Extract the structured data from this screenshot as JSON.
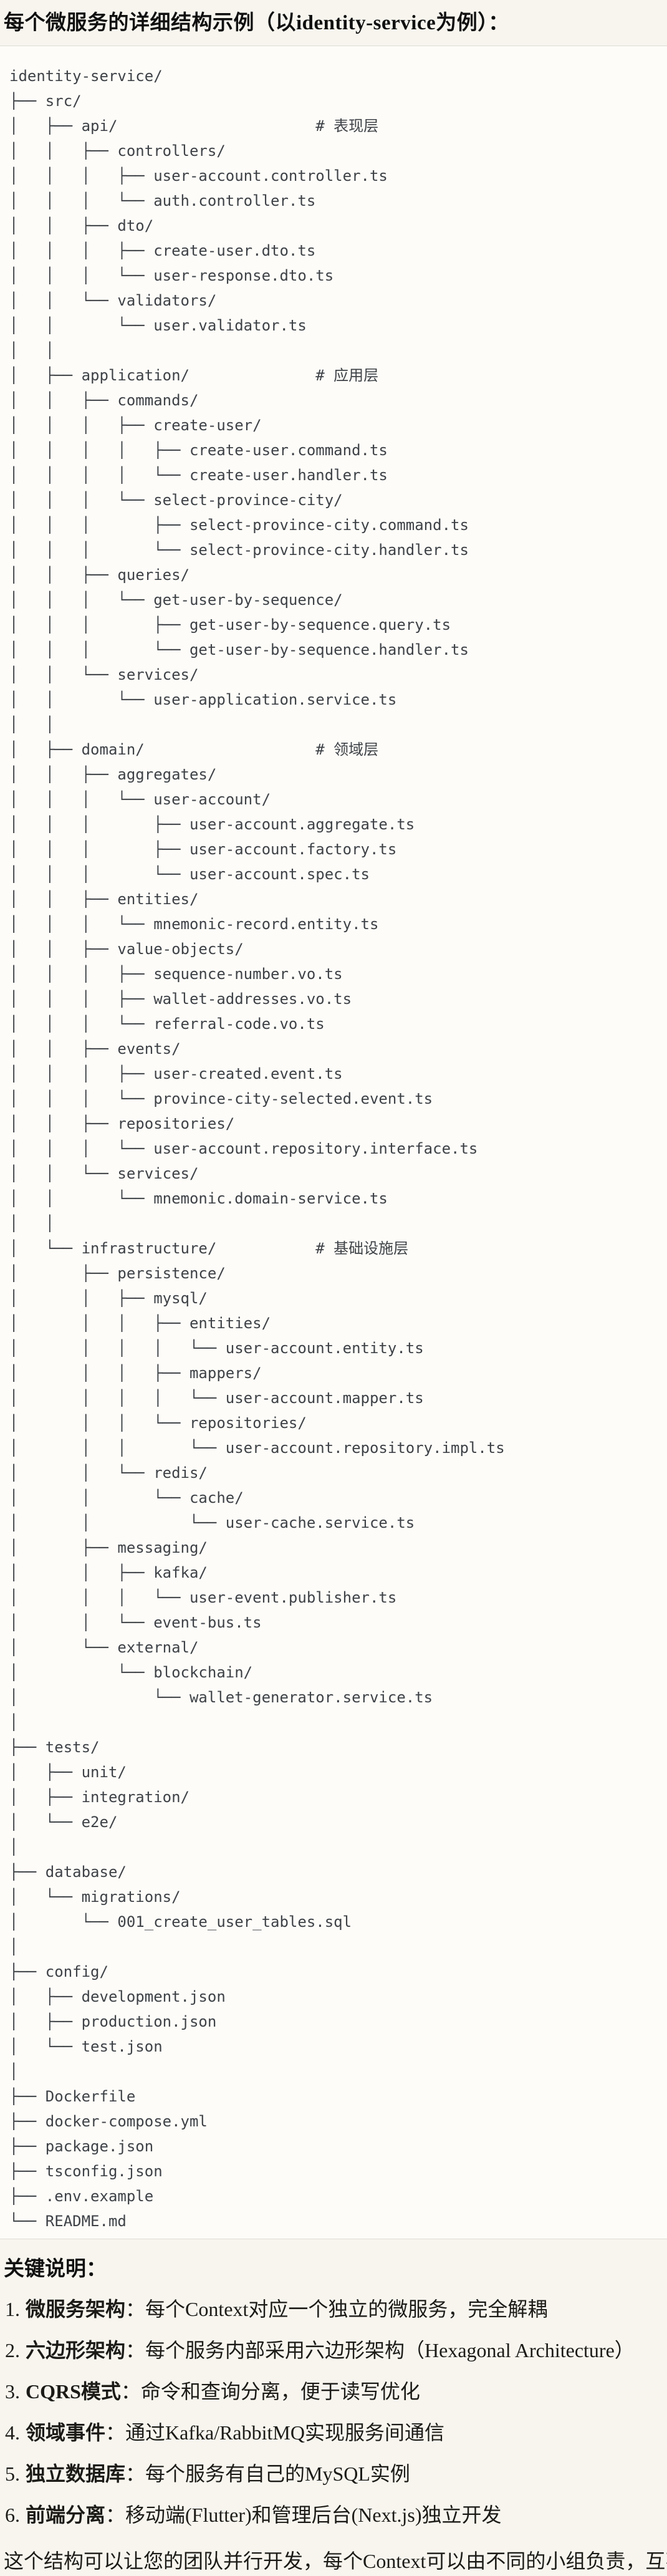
{
  "page": {
    "title": "每个微服务的详细结构示例（以identity-service为例）：",
    "notes_heading": "关键说明：",
    "closing": "这个结构可以让您的团队并行开发，每个Context可以由不同的小组负责，互不干扰。"
  },
  "notes": [
    {
      "num": "1.",
      "label": "微服务架构",
      "text": "：每个Context对应一个独立的微服务，完全解耦"
    },
    {
      "num": "2.",
      "label": "六边形架构",
      "text": "：每个服务内部采用六边形架构（Hexagonal Architecture）"
    },
    {
      "num": "3.",
      "label": "CQRS模式",
      "text": "：命令和查询分离，便于读写优化"
    },
    {
      "num": "4.",
      "label": "领域事件",
      "text": "：通过Kafka/RabbitMQ实现服务间通信"
    },
    {
      "num": "5.",
      "label": "独立数据库",
      "text": "：每个服务有自己的MySQL实例"
    },
    {
      "num": "6.",
      "label": "前端分离",
      "text": "：移动端(Flutter)和管理后台(Next.js)独立开发"
    }
  ],
  "tree": {
    "root": "identity-service",
    "layer_comments": [
      "# 表现层",
      "# 应用层",
      "# 领域层",
      "# 基础设施层"
    ],
    "lines": [
      "identity-service/",
      "├── src/",
      "│   ├── api/                      # 表现层",
      "│   │   ├── controllers/",
      "│   │   │   ├── user-account.controller.ts",
      "│   │   │   └── auth.controller.ts",
      "│   │   ├── dto/",
      "│   │   │   ├── create-user.dto.ts",
      "│   │   │   └── user-response.dto.ts",
      "│   │   └── validators/",
      "│   │       └── user.validator.ts",
      "│   │",
      "│   ├── application/              # 应用层",
      "│   │   ├── commands/",
      "│   │   │   ├── create-user/",
      "│   │   │   │   ├── create-user.command.ts",
      "│   │   │   │   └── create-user.handler.ts",
      "│   │   │   └── select-province-city/",
      "│   │   │       ├── select-province-city.command.ts",
      "│   │   │       └── select-province-city.handler.ts",
      "│   │   ├── queries/",
      "│   │   │   └── get-user-by-sequence/",
      "│   │   │       ├── get-user-by-sequence.query.ts",
      "│   │   │       └── get-user-by-sequence.handler.ts",
      "│   │   └── services/",
      "│   │       └── user-application.service.ts",
      "│   │",
      "│   ├── domain/                   # 领域层",
      "│   │   ├── aggregates/",
      "│   │   │   └── user-account/",
      "│   │   │       ├── user-account.aggregate.ts",
      "│   │   │       ├── user-account.factory.ts",
      "│   │   │       └── user-account.spec.ts",
      "│   │   ├── entities/",
      "│   │   │   └── mnemonic-record.entity.ts",
      "│   │   ├── value-objects/",
      "│   │   │   ├── sequence-number.vo.ts",
      "│   │   │   ├── wallet-addresses.vo.ts",
      "│   │   │   └── referral-code.vo.ts",
      "│   │   ├── events/",
      "│   │   │   ├── user-created.event.ts",
      "│   │   │   └── province-city-selected.event.ts",
      "│   │   ├── repositories/",
      "│   │   │   └── user-account.repository.interface.ts",
      "│   │   └── services/",
      "│   │       └── mnemonic.domain-service.ts",
      "│   │",
      "│   └── infrastructure/           # 基础设施层",
      "│       ├── persistence/",
      "│       │   ├── mysql/",
      "│       │   │   ├── entities/",
      "│       │   │   │   └── user-account.entity.ts",
      "│       │   │   ├── mappers/",
      "│       │   │   │   └── user-account.mapper.ts",
      "│       │   │   └── repositories/",
      "│       │   │       └── user-account.repository.impl.ts",
      "│       │   └── redis/",
      "│       │       └── cache/",
      "│       │           └── user-cache.service.ts",
      "│       ├── messaging/",
      "│       │   ├── kafka/",
      "│       │   │   └── user-event.publisher.ts",
      "│       │   └── event-bus.ts",
      "│       └── external/",
      "│           └── blockchain/",
      "│               └── wallet-generator.service.ts",
      "│",
      "├── tests/",
      "│   ├── unit/",
      "│   ├── integration/",
      "│   └── e2e/",
      "│",
      "├── database/",
      "│   └── migrations/",
      "│       └── 001_create_user_tables.sql",
      "│",
      "├── config/",
      "│   ├── development.json",
      "│   ├── production.json",
      "│   └── test.json",
      "│",
      "├── Dockerfile",
      "├── docker-compose.yml",
      "├── package.json",
      "├── tsconfig.json",
      "├── .env.example",
      "└── README.md"
    ]
  },
  "colors": {
    "page_bg": "#f7f5ee",
    "code_block_bg": "#fdfcf8",
    "code_block_border": "#dedbd3",
    "tree_text": "#3e4247",
    "body_text": "#1c1b17"
  }
}
